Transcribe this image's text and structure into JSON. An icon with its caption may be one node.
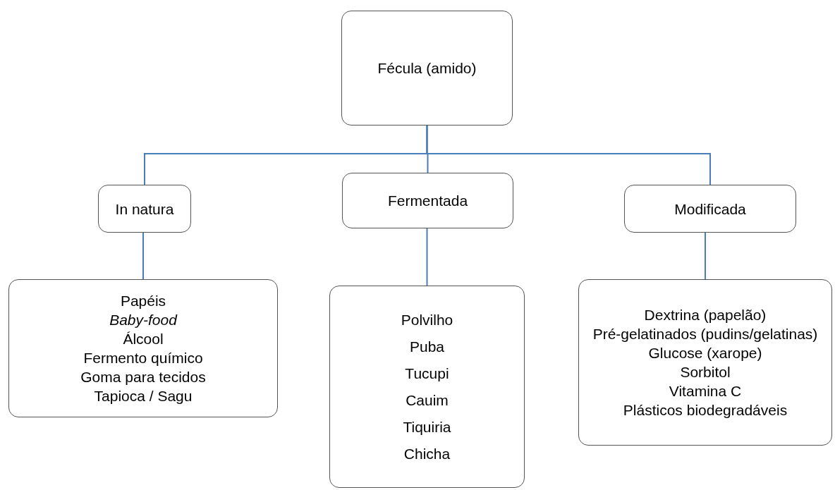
{
  "diagram": {
    "nodes": [
      {
        "text": [
          "Fécula (amido)"
        ]
      },
      {
        "text": [
          "In natura"
        ]
      },
      {
        "text": [
          "Fermentada"
        ]
      },
      {
        "text": [
          "Modificada"
        ]
      },
      {
        "text": [
          "Papéis",
          "*Baby-food*",
          "Álcool",
          "Fermento químico",
          "Goma para tecidos",
          "Tapioca / Sagu"
        ]
      },
      {
        "text": [
          "Polvilho",
          "Puba",
          "Tucupi",
          "Cauim",
          "Tiquiria",
          "Chicha"
        ]
      },
      {
        "text": [
          "Dextrina (papelão)",
          "Pré-gelatinados (pudins/gelatinas)",
          "Glucose (xarope)",
          "Sorbitol",
          "Vitamina C",
          "Plásticos biodegradáveis"
        ]
      }
    ],
    "edges": [
      {
        "from": 0,
        "to": 1,
        "arrow": "none"
      },
      {
        "from": 0,
        "to": 2,
        "arrow": "none"
      },
      {
        "from": 0,
        "to": 3,
        "arrow": "none"
      },
      {
        "from": 1,
        "to": 4,
        "arrow": "none"
      },
      {
        "from": 2,
        "to": 5,
        "arrow": "none"
      },
      {
        "from": 3,
        "to": 6,
        "arrow": "none"
      }
    ]
  }
}
